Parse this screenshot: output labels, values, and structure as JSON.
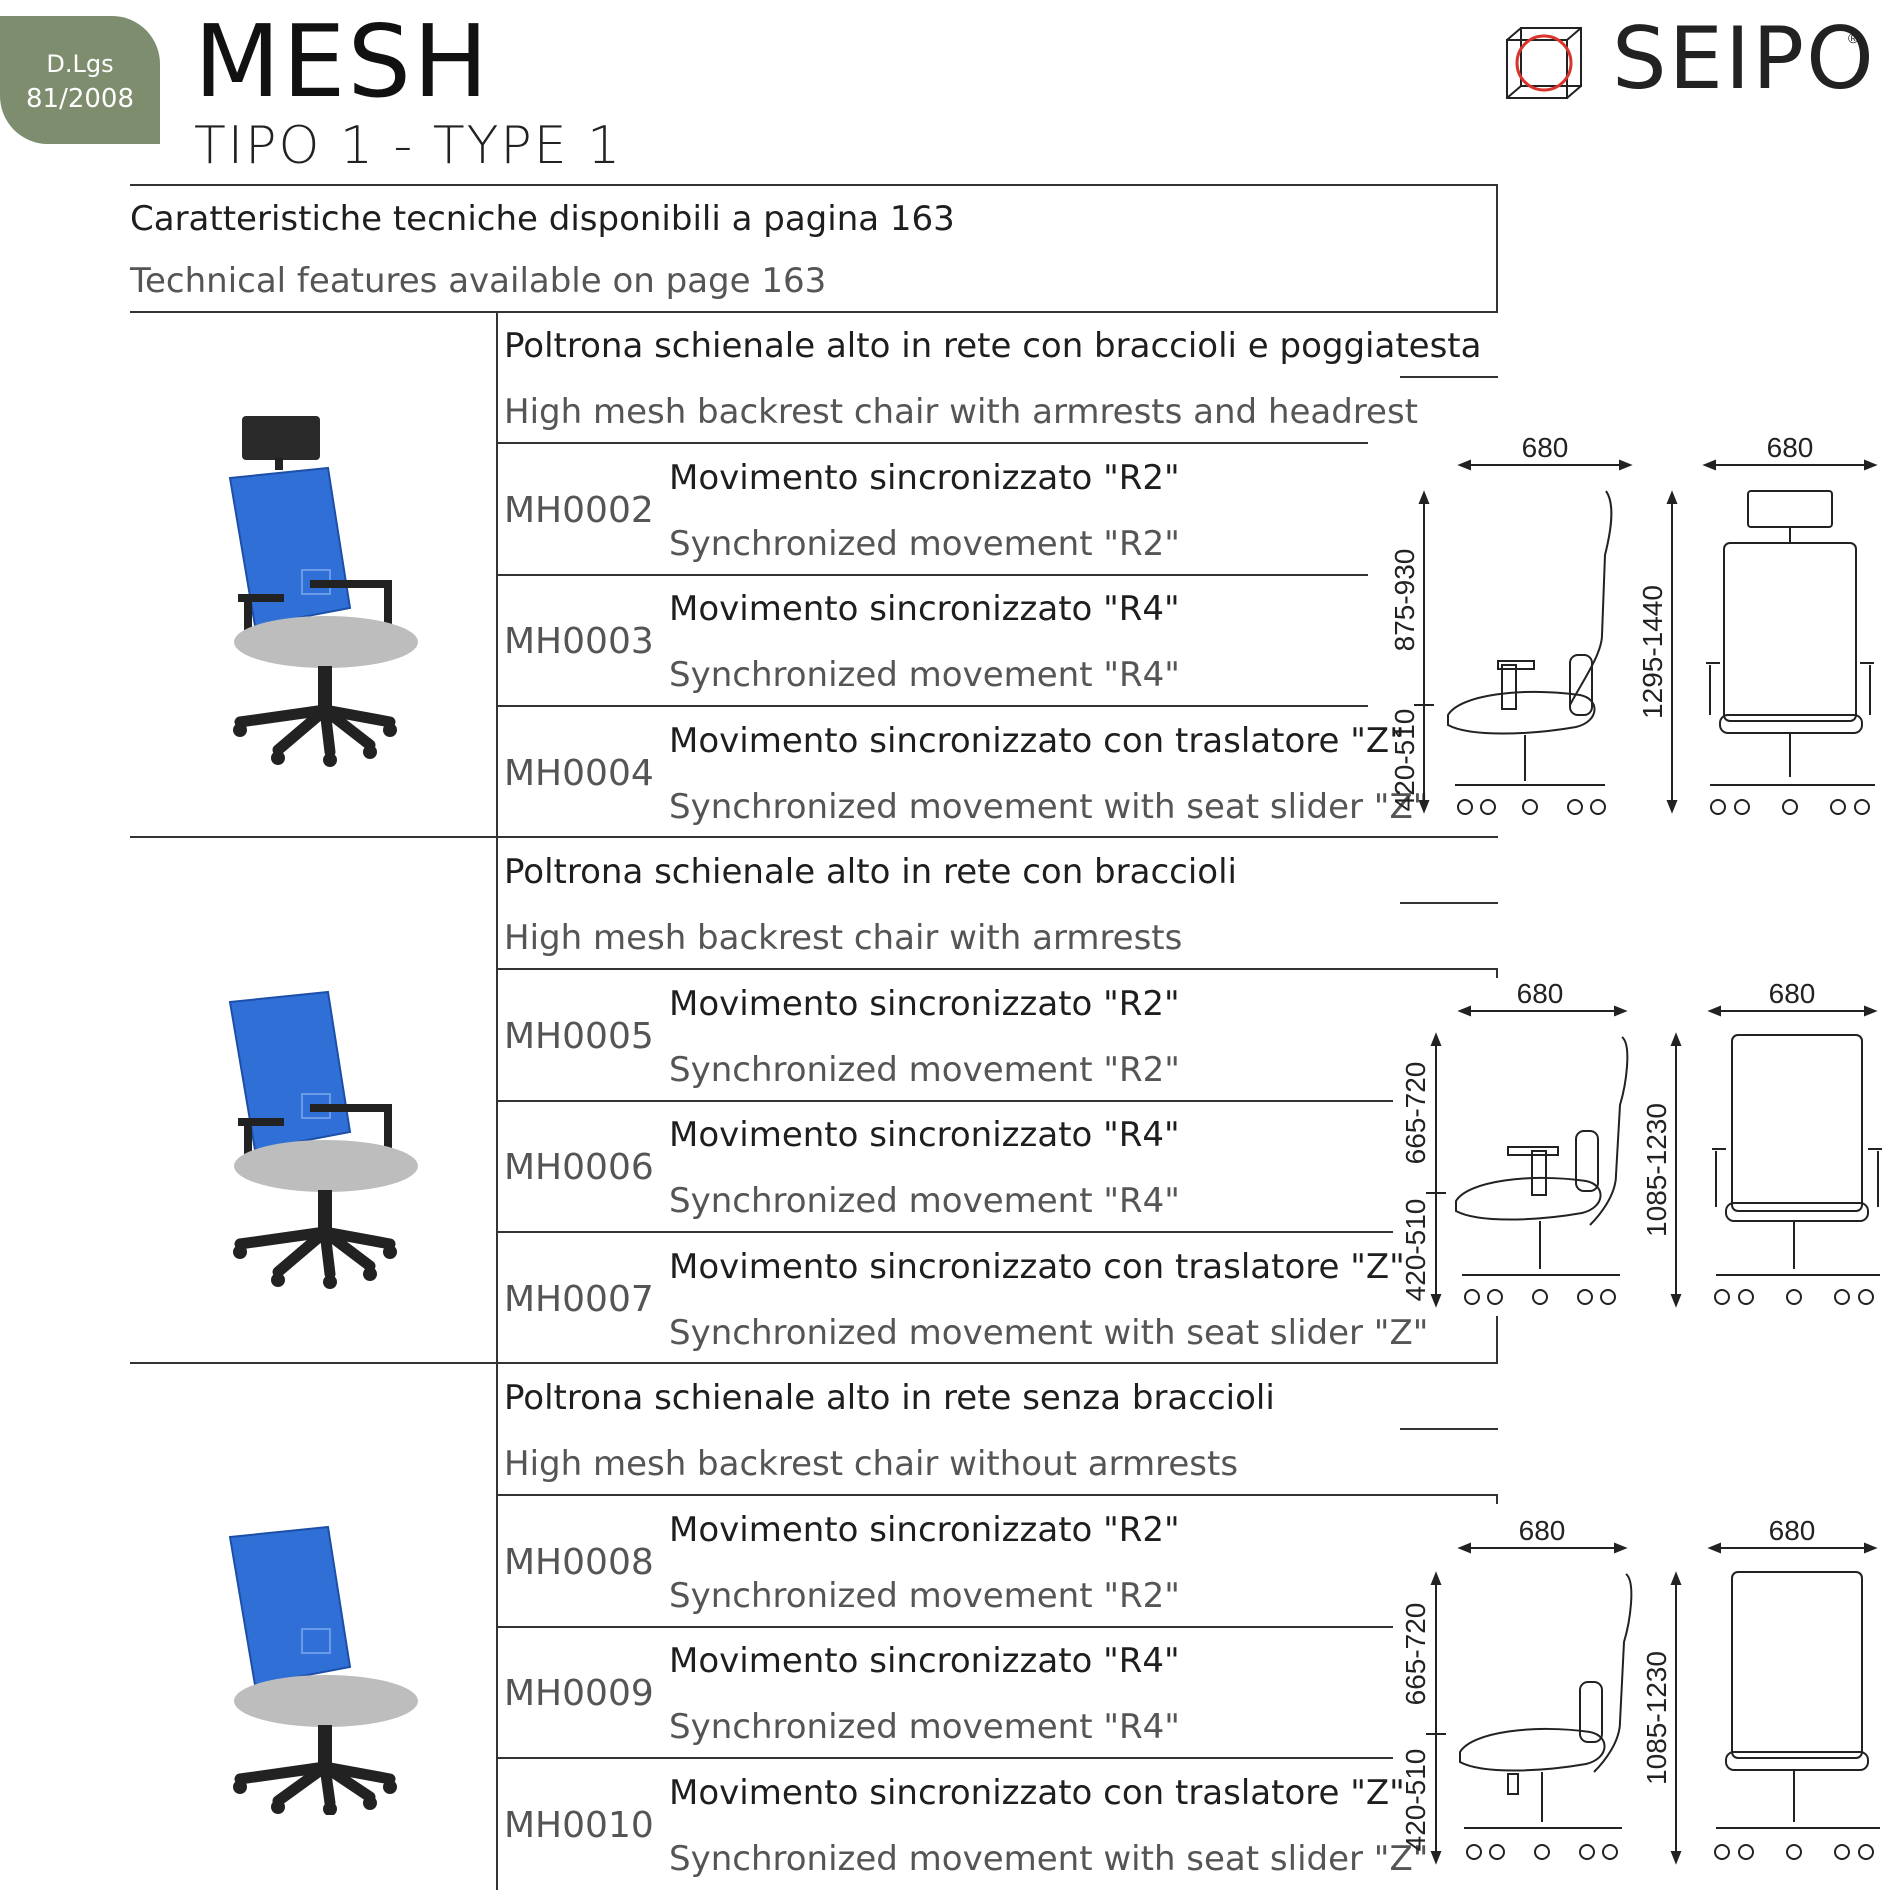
{
  "badge": {
    "line1": "D.Lgs",
    "line2": "81/2008"
  },
  "header": {
    "title": "MESH",
    "subtitle": "TIPO 1 - TYPE 1"
  },
  "brand": {
    "name": "SEIPO",
    "reg": "®"
  },
  "tech": {
    "it": "Caratteristiche tecniche disponibili a pagina  163",
    "en": "Technical features available on page 163"
  },
  "sections": [
    {
      "title_it": "Poltrona schienale alto in rete con braccioli e poggiatesta",
      "title_en": "High mesh backrest chair with armrests and headrest",
      "rows": [
        {
          "code": "MH0002",
          "it": "Movimento sincronizzato \"R2\"",
          "en": "Synchronized movement \"R2\""
        },
        {
          "code": "MH0003",
          "it": "Movimento sincronizzato \"R4\"",
          "en": "Synchronized movement \"R4\""
        },
        {
          "code": "MH0004",
          "it": "Movimento sincronizzato con traslatore \"Z\"",
          "en": "Synchronized movement with seat slider \"Z\""
        }
      ],
      "dims": {
        "width_side": "680",
        "width_front": "680",
        "back": "875-930",
        "seat": "420-510",
        "total": "1295-1440"
      }
    },
    {
      "title_it": "Poltrona schienale alto in rete con braccioli",
      "title_en": "High mesh backrest chair with armrests",
      "rows": [
        {
          "code": "MH0005",
          "it": "Movimento sincronizzato \"R2\"",
          "en": "Synchronized movement \"R2\""
        },
        {
          "code": "MH0006",
          "it": "Movimento sincronizzato \"R4\"",
          "en": "Synchronized movement \"R4\""
        },
        {
          "code": "MH0007",
          "it": "Movimento sincronizzato con traslatore \"Z\"",
          "en": "Synchronized movement with seat slider \"Z\""
        }
      ],
      "dims": {
        "width_side": "680",
        "width_front": "680",
        "back": "665-720",
        "seat": "420-510",
        "total": "1085-1230"
      }
    },
    {
      "title_it": "Poltrona schienale alto in rete senza braccioli",
      "title_en": "High mesh backrest chair without armrests",
      "rows": [
        {
          "code": "MH0008",
          "it": "Movimento sincronizzato \"R2\"",
          "en": "Synchronized movement \"R2\""
        },
        {
          "code": "MH0009",
          "it": "Movimento sincronizzato \"R4\"",
          "en": "Synchronized movement \"R4\""
        },
        {
          "code": "MH0010",
          "it": "Movimento sincronizzato con traslatore \"Z\"",
          "en": "Synchronized movement with seat slider \"Z\""
        }
      ],
      "dims": {
        "width_side": "680",
        "width_front": "680",
        "back": "665-720",
        "seat": "420-510",
        "total": "1085-1230"
      }
    }
  ],
  "colors": {
    "badge": "#7d8d6e",
    "mesh": "#2f6fd6",
    "seat": "#bdbdbd",
    "logo_red": "#d8342c"
  }
}
